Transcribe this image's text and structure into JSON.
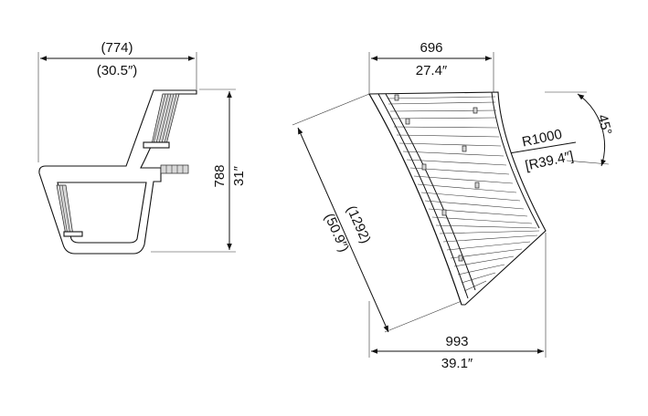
{
  "side_view": {
    "width_mm": "(774)",
    "width_in": "(30.5″)",
    "height_mm": "788",
    "height_in": "31″"
  },
  "top_view": {
    "depth_mm": "696",
    "depth_in": "27.4″",
    "radius_mm": "R1000",
    "radius_in": "[R39.4″]",
    "angle": "45°",
    "chord_mm": "(1292)",
    "chord_in": "(50.9″)",
    "length_mm": "993",
    "length_in": "39.1″"
  },
  "colors": {
    "line": "#111111",
    "slat_fill": "#d8d8d8",
    "background": "#ffffff"
  }
}
